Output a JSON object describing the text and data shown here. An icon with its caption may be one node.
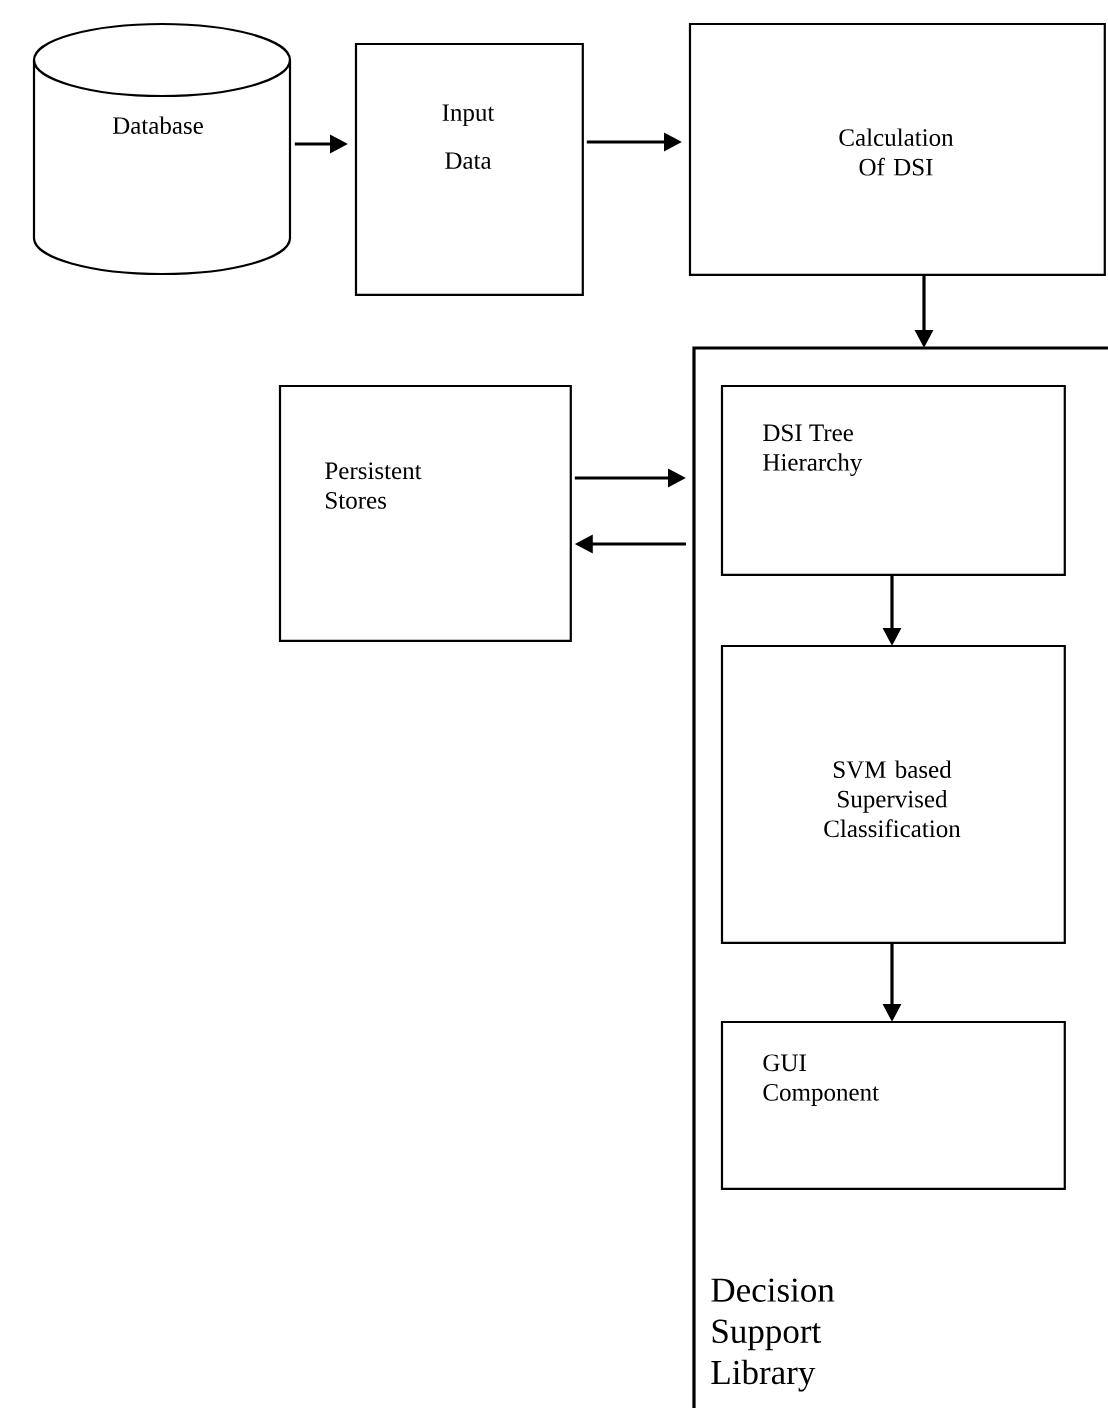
{
  "diagram": {
    "nodes": [
      {
        "text": [
          "Database"
        ]
      },
      {
        "text": [
          "Input Data"
        ]
      },
      {
        "text": [
          "Calculation Of DSI"
        ]
      },
      {
        "text": [
          "Decision Support Library"
        ]
      },
      {
        "text": [
          "Persistent Stores"
        ]
      },
      {
        "text": [
          "DSI Tree Hierarchy"
        ],
        "in": 3
      },
      {
        "text": [
          "SVM based Supervised Classification"
        ],
        "in": 3
      },
      {
        "text": [
          "GUI Component"
        ],
        "in": 3
      }
    ],
    "edges": [
      {
        "from": 0,
        "to": 1,
        "arrow": "to"
      },
      {
        "from": 1,
        "to": 2,
        "arrow": "to"
      },
      {
        "from": 2,
        "to": 3,
        "arrow": "to"
      },
      {
        "from": 4,
        "to": 3,
        "arrow": "to"
      },
      {
        "from": 3,
        "to": 4,
        "arrow": "to"
      },
      {
        "from": 5,
        "to": 6,
        "arrow": "to"
      },
      {
        "from": 6,
        "to": 7,
        "arrow": "to"
      }
    ]
  }
}
